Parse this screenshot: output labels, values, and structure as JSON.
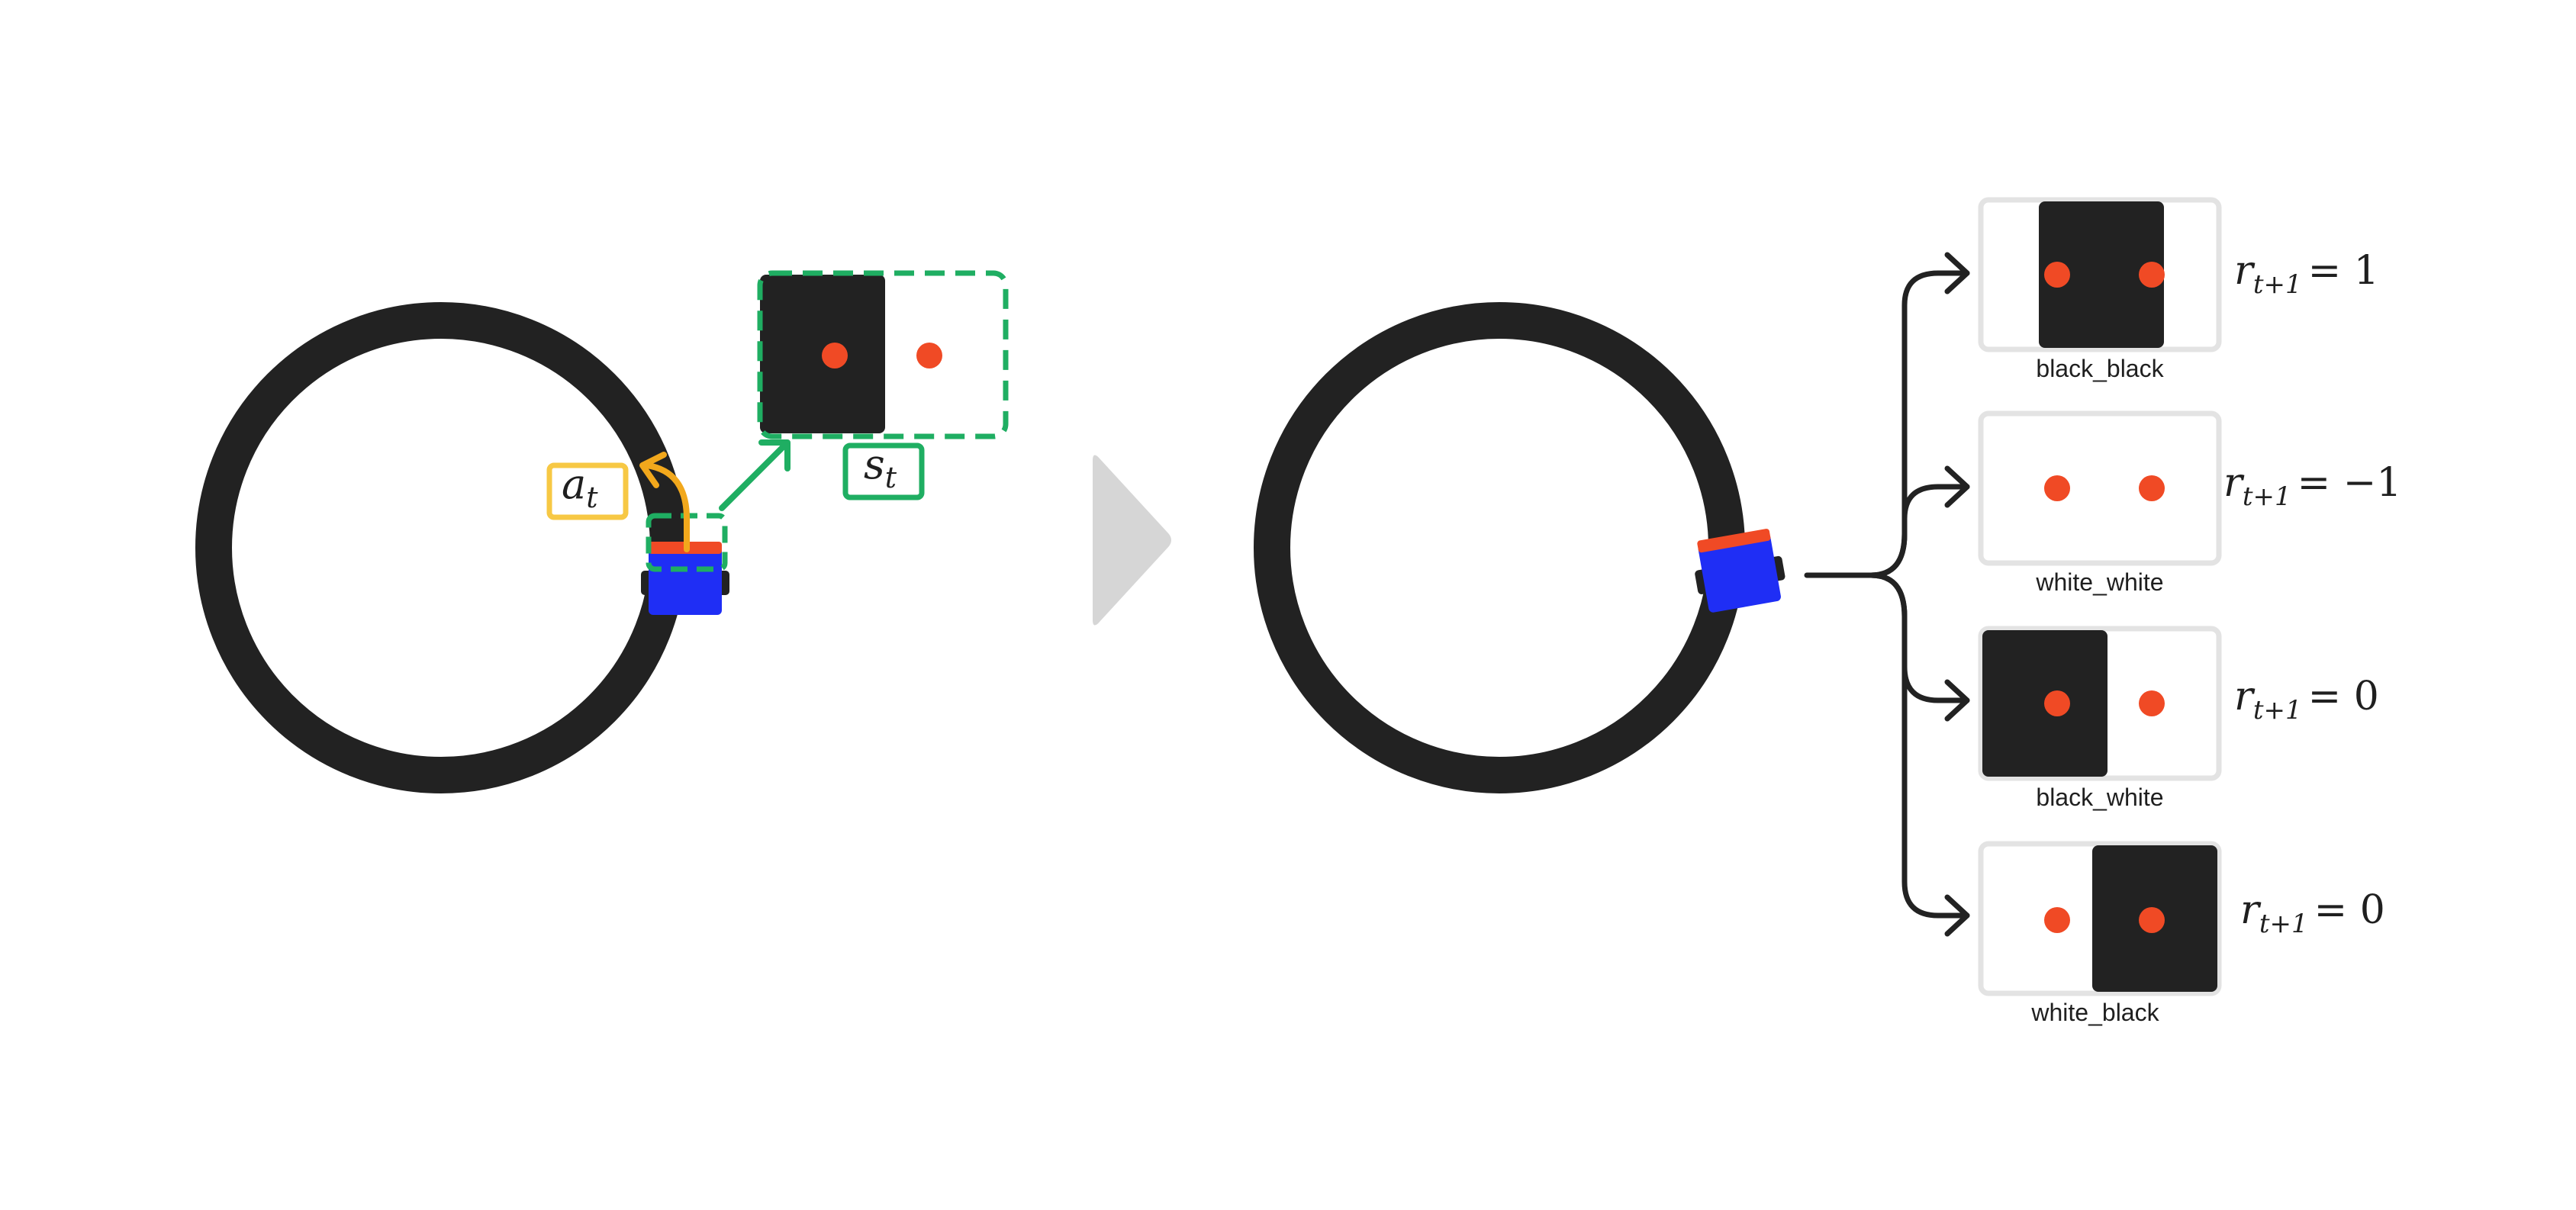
{
  "left_panel": {
    "action_label": {
      "main": "a",
      "sub": "t"
    },
    "state_label": {
      "main": "s",
      "sub": "t"
    }
  },
  "right_panel": {
    "outcomes": [
      {
        "state_name": "black_black",
        "reward_var": "r",
        "reward_sub": "t+1",
        "reward_value": "= 1"
      },
      {
        "state_name": "white_white",
        "reward_var": "r",
        "reward_sub": "t+1",
        "reward_value": "= −1"
      },
      {
        "state_name": "black_white",
        "reward_var": "r",
        "reward_sub": "t+1",
        "reward_value": "= 0"
      },
      {
        "state_name": "white_black",
        "reward_var": "r",
        "reward_sub": "t+1",
        "reward_value": "= 0"
      }
    ]
  },
  "colors": {
    "track": "#222222",
    "robot_body": "#1f2ef5",
    "robot_front": "#f04a25",
    "sensor_dot": "#f04a25",
    "action_yellow": "#f7c844",
    "action_arrow": "#f2a81c",
    "state_green": "#1fae62",
    "arrow_gray": "#d6d6d6",
    "box_border": "#e3e3e3"
  },
  "icons": {
    "transition": "play-triangle-icon",
    "branch_arrow": "chevron-right-arrow-icon"
  }
}
